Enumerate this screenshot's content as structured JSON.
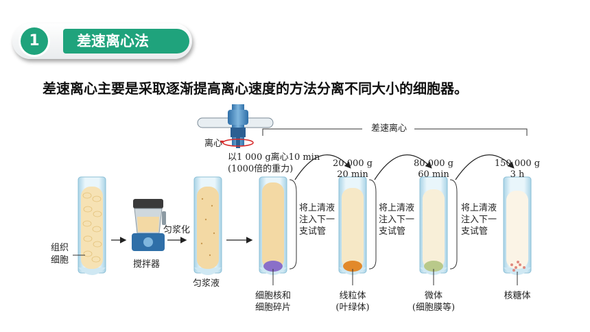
{
  "badge": {
    "number": "1",
    "title": "差速离心法"
  },
  "intro": "差速离心主要是采取逐渐提高离心速度的方法分离不同大小的细胞器。",
  "labels": {
    "centrifuge": "离心",
    "header": "差速离心",
    "first_speed": "以1 000 g离心10 min",
    "first_speed_note": "(1000倍的重力)",
    "speed2_g": "20 000 g",
    "speed2_t": "20 min",
    "speed3_g": "80 000 g",
    "speed3_t": "60 min",
    "speed4_g": "150 000 g",
    "speed4_t": "3 h",
    "tissue_1": "组织",
    "tissue_2": "细胞",
    "blender": "搅拌器",
    "homogenize": "匀浆化",
    "homogenate": "匀浆液",
    "transfer_1": "将上清液",
    "transfer_2": "注入下一",
    "transfer_3": "支试管",
    "pellet1_1": "细胞核和",
    "pellet1_2": "细胞碎片",
    "pellet2_1": "线粒体",
    "pellet2_2": "(叶绿体)",
    "pellet3_1": "微体",
    "pellet3_2": "(细胞膜等)",
    "pellet4_1": "核糖体"
  },
  "colors": {
    "accent": "#1fa37c",
    "tube_glass": "#cfe8f3",
    "tissue": "#f6e2b4",
    "homogenate": "#f3d9a4",
    "pellet_nuclei": "#8a6fc8",
    "pellet_mito": "#e2892a",
    "pellet_micro": "#b9c98a",
    "pellet_ribo": "#e08a80"
  }
}
